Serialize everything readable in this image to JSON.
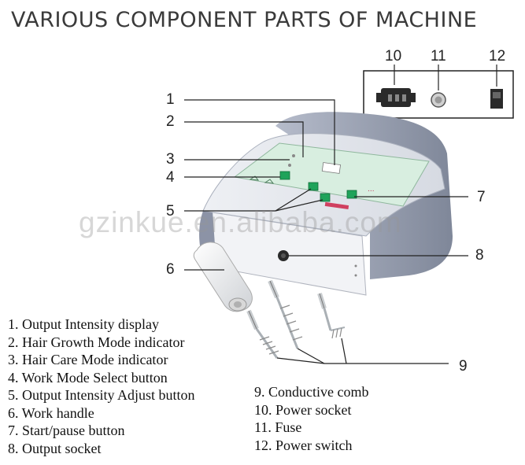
{
  "title": "VARIOUS COMPONENT PARTS OF MACHINE",
  "watermark": "gzinkue.en.alibaba.com",
  "callouts": {
    "n1": "1",
    "n2": "2",
    "n3": "3",
    "n4": "4",
    "n5": "5",
    "n6": "6",
    "n7": "7",
    "n8": "8",
    "n9": "9",
    "n10": "10",
    "n11": "11",
    "n12": "12"
  },
  "legend_left": [
    "1. Output Intensity display",
    "2. Hair Growth Mode indicator",
    "3. Hair Care Mode indicator",
    "4. Work Mode Select button",
    "5. Output Intensity Adjust button",
    "6. Work handle",
    "7. Start/pause button",
    "8. Output socket"
  ],
  "legend_right": [
    "9. Conductive comb",
    "10. Power socket",
    "11. Fuse",
    "12. Power switch"
  ],
  "colors": {
    "body_grey": "#9aa1b3",
    "panel_green": "#d8eee0",
    "button_green": "#1fa35a",
    "text_dark": "#222222"
  }
}
